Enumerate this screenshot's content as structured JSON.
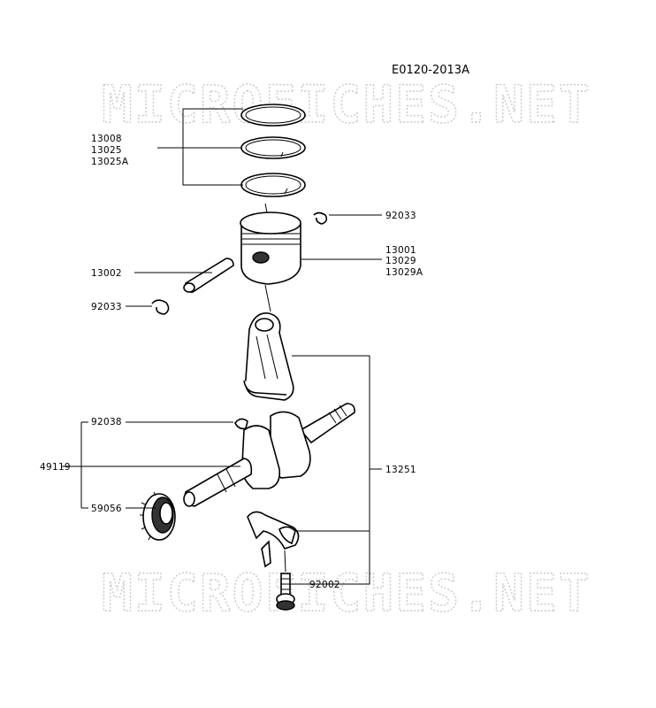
{
  "diagram_code": "E0120-2013A",
  "watermark": "MICROFICHES.NET",
  "callouts": {
    "rings": [
      "13008",
      "13025",
      "13025A"
    ],
    "clip_top": "92033",
    "piston": [
      "13001",
      "13029",
      "13029A"
    ],
    "pin": "13002",
    "clip_left": "92033",
    "key": "92038",
    "crankshaft": "49119",
    "gear": "59056",
    "rod": "13251",
    "bolt": "92002"
  }
}
